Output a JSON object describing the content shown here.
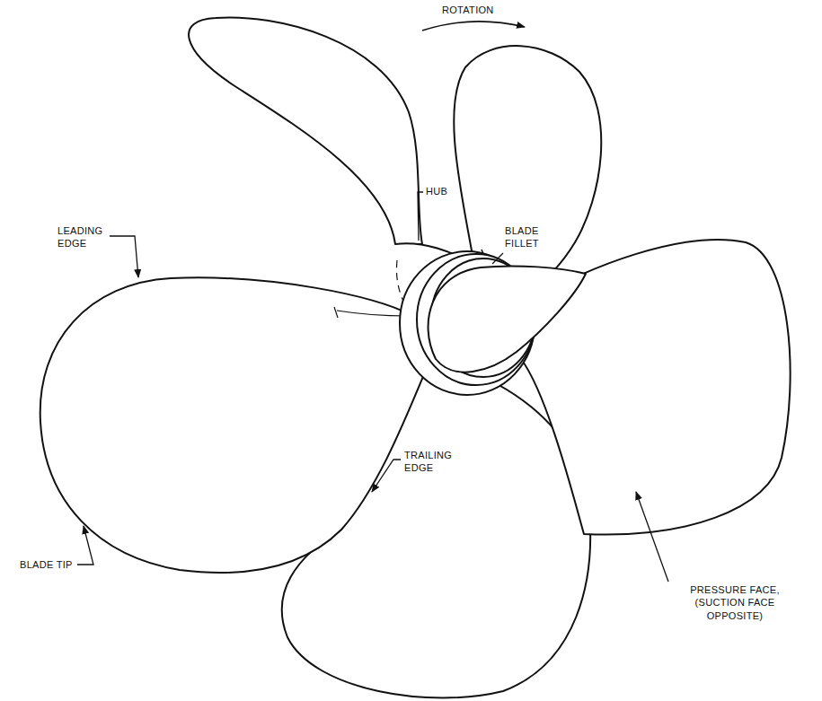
{
  "diagram": {
    "labels": [
      "ROTATION",
      "HUB",
      "BLADE FILLET",
      "LEADING EDGE",
      "BLADE TIP",
      "TRAILING EDGE",
      "PRESSURE FACE, (SUCTION FACE OPPOSITE)"
    ]
  }
}
